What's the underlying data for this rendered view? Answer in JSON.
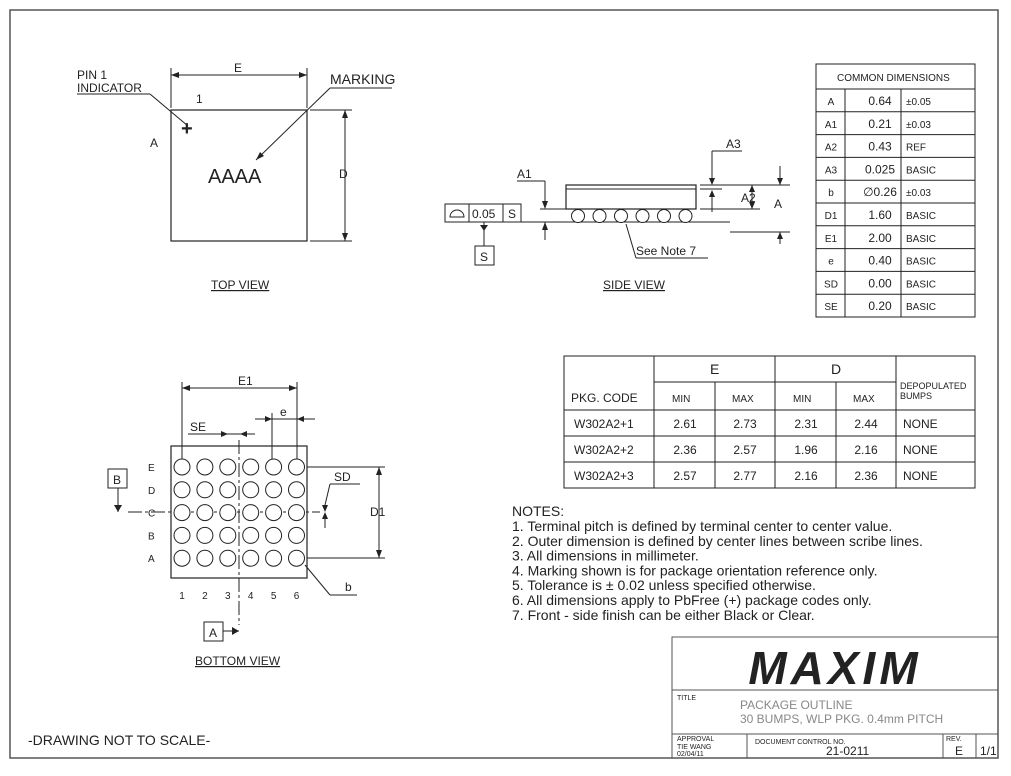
{
  "labels": {
    "pin1_line1": "PIN 1",
    "pin1_line2": "INDICATOR",
    "dim_E": "E",
    "dim_1": "1",
    "marking": "MARKING",
    "dim_A_top": "A",
    "dim_D": "D",
    "marking_text": "AAAA",
    "top_view": "TOP VIEW",
    "side_A1": "A1",
    "side_A3": "A3",
    "side_A2": "A2",
    "side_A": "A",
    "tol_value": "0.05",
    "tol_S": "S",
    "datum_S": "S",
    "see_note": "See Note 7",
    "side_view": "SIDE VIEW",
    "dim_E1": "E1",
    "dim_SE": "SE",
    "dim_e": "e",
    "dim_SD": "SD",
    "dim_D1": "D1",
    "dim_b": "b",
    "datum_B": "B",
    "datum_A": "A",
    "bottom_view": "BOTTOM VIEW",
    "not_to_scale": "-DRAWING NOT TO SCALE-",
    "rows": [
      "E",
      "D",
      "C",
      "B",
      "A"
    ],
    "cols": [
      "1",
      "2",
      "3",
      "4",
      "5",
      "6"
    ]
  },
  "common_dimensions": {
    "title": "COMMON DIMENSIONS",
    "rows": [
      {
        "sym": "A",
        "val": "0.64",
        "tol": "±0.05"
      },
      {
        "sym": "A1",
        "val": "0.21",
        "tol": "±0.03"
      },
      {
        "sym": "A2",
        "val": "0.43",
        "tol": "REF"
      },
      {
        "sym": "A3",
        "val": "0.025",
        "tol": "BASIC"
      },
      {
        "sym": "b",
        "val": "∅0.26",
        "tol": "±0.03"
      },
      {
        "sym": "D1",
        "val": "1.60",
        "tol": "BASIC"
      },
      {
        "sym": "E1",
        "val": "2.00",
        "tol": "BASIC"
      },
      {
        "sym": "e",
        "val": "0.40",
        "tol": "BASIC"
      },
      {
        "sym": "SD",
        "val": "0.00",
        "tol": "BASIC"
      },
      {
        "sym": "SE",
        "val": "0.20",
        "tol": "BASIC"
      }
    ]
  },
  "pkg_table": {
    "header_E": "E",
    "header_D": "D",
    "pkg_code": "PKG. CODE",
    "min": "MIN",
    "max": "MAX",
    "depop_line1": "DEPOPULATED",
    "depop_line2": "BUMPS",
    "rows": [
      {
        "code": "W302A2+1",
        "emin": "2.61",
        "emax": "2.73",
        "dmin": "2.31",
        "dmax": "2.44",
        "depop": "NONE"
      },
      {
        "code": "W302A2+2",
        "emin": "2.36",
        "emax": "2.57",
        "dmin": "1.96",
        "dmax": "2.16",
        "depop": "NONE"
      },
      {
        "code": "W302A2+3",
        "emin": "2.57",
        "emax": "2.77",
        "dmin": "2.16",
        "dmax": "2.36",
        "depop": "NONE"
      }
    ]
  },
  "notes": {
    "heading": "NOTES:",
    "items": [
      "1. Terminal pitch is defined by terminal center to center value.",
      "2. Outer dimension is defined by center lines between scribe lines.",
      "3. All dimensions in millimeter.",
      "4. Marking shown is for package orientation reference only.",
      "5. Tolerance is ± 0.02 unless specified otherwise.",
      "6. All dimensions apply to PbFree (+) package codes only.",
      "7. Front - side finish can be either Black or Clear."
    ]
  },
  "title_block": {
    "logo": "MAXIM",
    "title_label": "TITLE",
    "title_line1": "PACKAGE OUTLINE",
    "title_line2": "30 BUMPS, WLP PKG. 0.4mm PITCH",
    "approval_label": "APPROVAL",
    "approver": "TIE WANG",
    "approval_date": "02/04/11",
    "doc_label": "DOCUMENT CONTROL NO.",
    "doc_no": "21-0211",
    "rev_label": "REV.",
    "rev": "E",
    "sheet": "1/1"
  }
}
